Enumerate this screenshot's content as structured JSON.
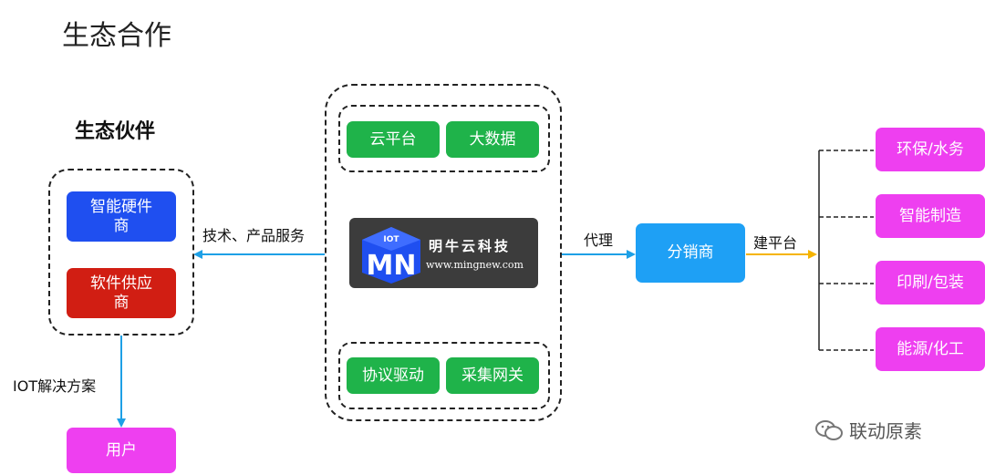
{
  "title": "生态合作",
  "partners": {
    "heading": "生态伙伴",
    "hardware": "智能硬件商",
    "software": "软件供应商"
  },
  "center": {
    "top_group": [
      "云平台",
      "大数据"
    ],
    "logo": {
      "name": "明牛云科技",
      "url": "www.mingnew.com",
      "mark": "MN",
      "mark_small": "IOT"
    },
    "bottom_group": [
      "协议驱动",
      "采集网关"
    ]
  },
  "labels": {
    "tech_service": "技术、产品服务",
    "agent": "代理",
    "build_platform": "建平台",
    "iot_solution": "IOT解决方案"
  },
  "distributor": "分销商",
  "user": "用户",
  "industries": [
    "环保/水务",
    "智能制造",
    "印刷/包装",
    "能源/化工"
  ],
  "watermark": "联动原素",
  "colors": {
    "green": "#1fb34a",
    "blue": "#1f4ff0",
    "red": "#d11e13",
    "pink": "#ee3ff0",
    "sky": "#1ea0f5",
    "arrow_blue": "#1ea0e6",
    "arrow_yellow": "#f5b400"
  }
}
